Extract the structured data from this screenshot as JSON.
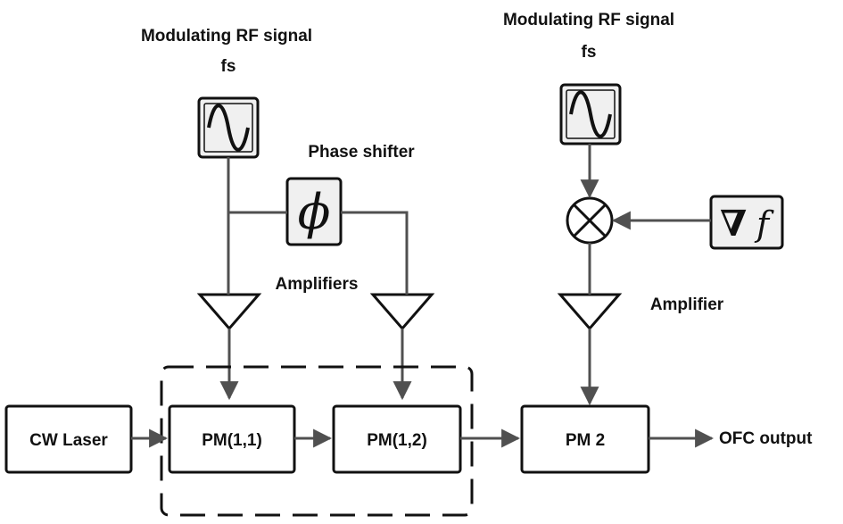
{
  "labels": {
    "rf_left_line1": "Modulating RF signal",
    "rf_left_line2": "fs",
    "rf_right_line1": "Modulating RF signal",
    "rf_right_line2": "fs",
    "phase_shifter": "Phase shifter",
    "amplifiers": "Amplifiers",
    "amplifier": "Amplifier",
    "output": "OFC output"
  },
  "symbols": {
    "phase": "ϕ",
    "gradient": "∇",
    "gradient_f": "f"
  },
  "blocks": {
    "cw_laser": "CW Laser",
    "pm11": "PM(1,1)",
    "pm12": "PM(1,2)",
    "pm2": "PM 2"
  },
  "colors": {
    "line": "#505050",
    "box_border": "#111111",
    "icon_fill": "#f0f0f0"
  },
  "icons": {
    "rf_source": "sine-wave-icon",
    "phase_shifter": "phi-icon",
    "mixer": "multiplier-icon",
    "frequency_gradient": "nabla-f-icon",
    "amplifier": "triangle-amplifier-icon"
  }
}
